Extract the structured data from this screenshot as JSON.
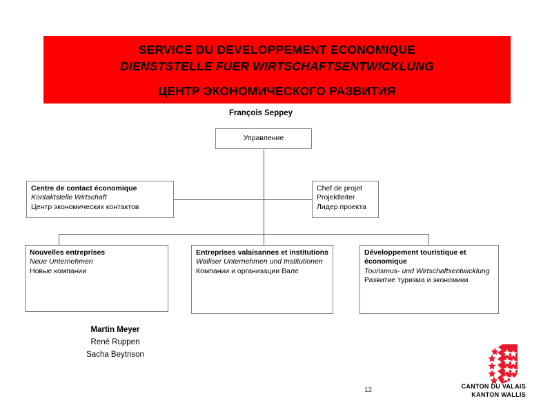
{
  "banner": {
    "line_fr": "SERVICE DU DEVELOPPEMENT ECONOMIQUE",
    "line_de": "DIENSTSTELLE FUER WIRTSCHAFTSENTWICKLUNG",
    "line_ru": "ЦЕНТР ЭКОНОМИЧЕСКОГО РАЗВИТИЯ",
    "background_color": "#FF0000",
    "text_color": "#000000"
  },
  "org_chart": {
    "head_name": "François Seppey",
    "management_box": {
      "label_ru": "Управление"
    },
    "contact_box": {
      "label_fr": "Centre de contact économique",
      "label_de": "Kontaktstelle Wirtschaft",
      "label_ru": "Центр экономических контактов"
    },
    "project_chief_box": {
      "label_fr": "Chef de projet",
      "label_de": "Projektleiter",
      "label_ru": "Лидер проекта"
    },
    "units": [
      {
        "label_fr": "Nouvelles entreprises",
        "label_de": "Neue Unternehmen",
        "label_ru": "Новые компании"
      },
      {
        "label_fr": "Entreprises valaisannes et institutions",
        "label_de": "Walliser Unternehmen und Institutionen",
        "label_ru": "Компании и организации Вале"
      },
      {
        "label_fr": "Développement touristique et économique",
        "label_de": "Tourismus- und Wirtschaftsentwicklung",
        "label_ru": "Развитие туризма и экономики"
      }
    ],
    "team": {
      "lead": "Martin Meyer",
      "members": [
        "René Ruppen",
        "Sacha Beytrison"
      ]
    },
    "line_color": "#595959",
    "box_border_color": "#7f7f7f"
  },
  "footer": {
    "page_number": "12",
    "logo": {
      "line_fr": "CANTON DU VALAIS",
      "line_de": "KANTON WALLIS",
      "shield_color": "#E8192C",
      "star_count": 13
    }
  }
}
